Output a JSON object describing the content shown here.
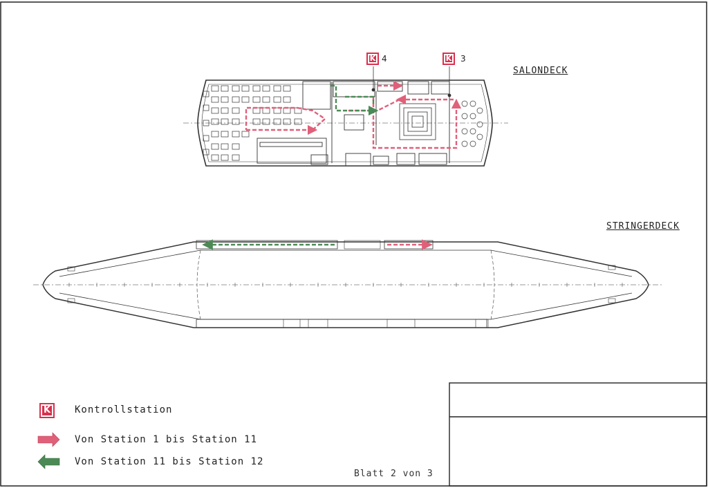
{
  "decks": {
    "salondeck": {
      "title": "SALONDECK"
    },
    "stringerdeck": {
      "title": "STRINGERDECK"
    }
  },
  "stations": [
    {
      "badge": "K",
      "number": "4"
    },
    {
      "badge": "K",
      "number": "3"
    }
  ],
  "legend": {
    "control": {
      "badge": "K",
      "label": "Kontrollstation"
    },
    "route_red": {
      "label": "Von Station 1 bis Station 11",
      "color": "#e0607a"
    },
    "route_green": {
      "label": "Von Station 11 bis Station 12",
      "color": "#4c8a55"
    }
  },
  "sheet": {
    "page_label": "Blatt 2 von 3"
  },
  "colors": {
    "badge": "#d9304d",
    "line": "#333333"
  }
}
